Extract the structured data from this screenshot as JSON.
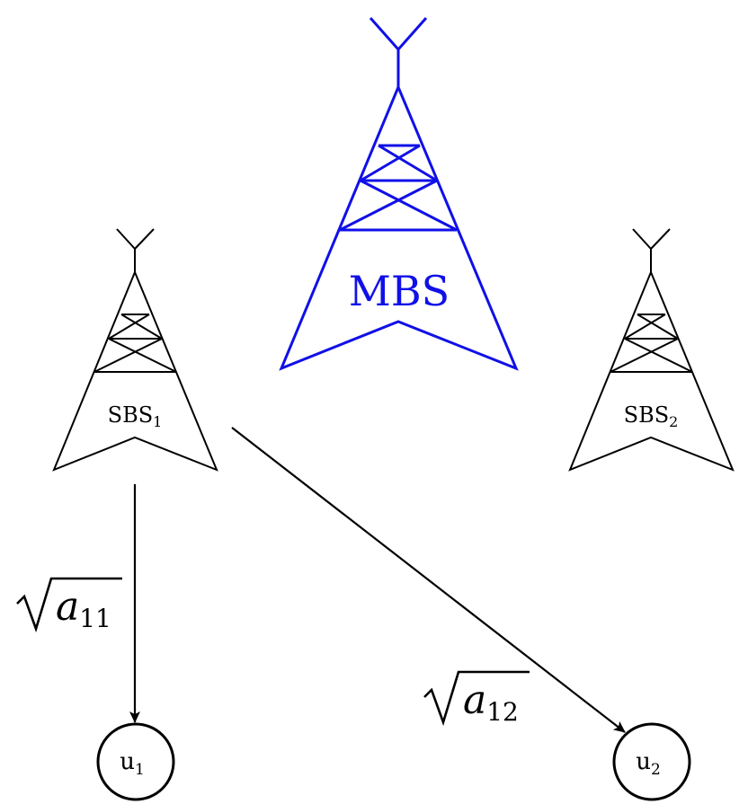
{
  "colors": {
    "mbs": "#1010e8",
    "sbs": "#000000",
    "line": "#000000"
  },
  "towers": {
    "mbs": {
      "label": "MBS"
    },
    "sbs1": {
      "label_base": "SBS",
      "label_sub": "1"
    },
    "sbs2": {
      "label_base": "SBS",
      "label_sub": "2"
    }
  },
  "users": {
    "u1": {
      "label_base": "u",
      "label_sub": "1"
    },
    "u2": {
      "label_base": "u",
      "label_sub": "2"
    }
  },
  "links": {
    "a11": {
      "var": "a",
      "sub": "11"
    },
    "a12": {
      "var": "a",
      "sub": "12"
    }
  }
}
